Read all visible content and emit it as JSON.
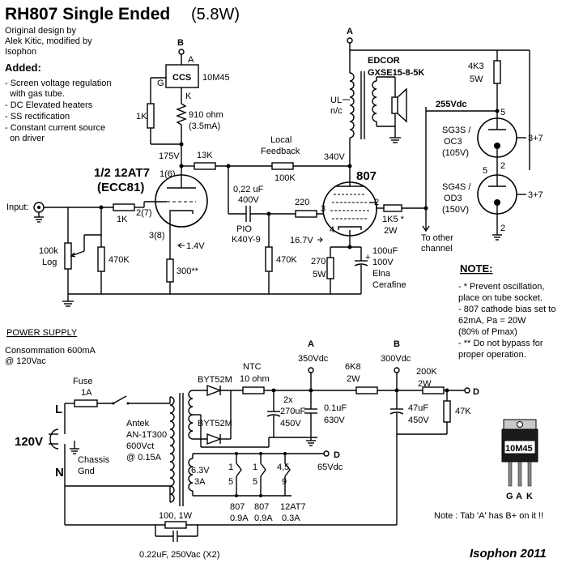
{
  "title": {
    "main": "RH807 Single Ended",
    "power": "(5.8W)"
  },
  "credits": [
    "Original design by",
    "Alek Kitic, modified by",
    "Isophon"
  ],
  "added": {
    "heading": "Added:",
    "items": [
      [
        "- Screen voltage regulation",
        "  with gas tube."
      ],
      [
        "- DC Elevated heaters"
      ],
      [
        "- SS rectification"
      ],
      [
        "- Constant current source",
        "  on driver"
      ]
    ]
  },
  "ccs": {
    "label": "CCS",
    "part": "10M45",
    "g": "G",
    "a": "A",
    "k": "K",
    "b": "B",
    "r_gate": "1K",
    "r_set": "910 ohm",
    "r_set_current": "(3.5mA)"
  },
  "driver": {
    "tube": "1/2 12AT7",
    "tube_alt": "(ECC81)",
    "pin_plate": "1(6)",
    "pin_grid": "2(7)",
    "pin_cath": "3(8)",
    "plate_v": "175V",
    "cath_v": "1.4V",
    "r_grid": "1K",
    "r_cath": "300**",
    "input": "Input:",
    "pot": [
      "100k",
      "Log"
    ],
    "r_leak": "470K"
  },
  "coupling": {
    "r_feed": "13K",
    "feedback_label": [
      "Local",
      "Feedback"
    ],
    "feedback_r": "100K",
    "cap": [
      "0,22 uF",
      "400V"
    ],
    "cap_type": [
      "PIO",
      "K40Y-9"
    ],
    "r_grid_stop": "220",
    "r_grid_leak": "470K"
  },
  "output": {
    "tube": "807",
    "plate_v": "340V",
    "pin_g1": "3",
    "pin_g2": "2",
    "pin_k": "4",
    "cath_v": "16.7V",
    "r_cath": [
      "270",
      "5W"
    ],
    "cap_cath": [
      "100uF",
      "100V",
      "Elna",
      "Cerafine"
    ],
    "r_screen": [
      "1K5 *",
      "2W"
    ],
    "to_other": [
      "To other",
      "channel"
    ],
    "node_a": "A",
    "otx": [
      "EDCOR",
      "GXSE15-8-5K"
    ],
    "ul": "UL",
    "nc": "n/c"
  },
  "regulator": {
    "r_drop": [
      "4K3",
      "5W"
    ],
    "v": "255Vdc",
    "tube1": [
      "SG3S /",
      "OC3",
      "(105V)"
    ],
    "tube2": [
      "SG4S /",
      "OD3",
      "(150V)"
    ],
    "pin5": "5",
    "pin2": "2",
    "pin37": "3+7"
  },
  "notes": {
    "heading": "NOTE:",
    "lines": [
      "- * Prevent oscillation,",
      "place on tube socket.",
      "- 807 cathode bias set to",
      "62mA, Pa = 20W",
      "(80% of Pmax)",
      "- ** Do not bypass for",
      "proper operation."
    ]
  },
  "psu": {
    "heading": "POWER SUPPLY",
    "consumption": [
      "Consommation 600mA",
      "@ 120Vac"
    ],
    "fuse": "Fuse",
    "fuse_rating": "1A",
    "line_l": "L",
    "line_n": "N",
    "mains": "120V",
    "chassis": [
      "Chassis",
      "Gnd"
    ],
    "transformer": [
      "Antek",
      "AN-1T300",
      "600Vct",
      "@ 0.15A"
    ],
    "diode": "BYT52M",
    "ntc": [
      "NTC",
      "10 ohm"
    ],
    "caps1": [
      "2x",
      "270uF",
      "450V"
    ],
    "cap2": [
      "0.1uF",
      "630V"
    ],
    "node_a": [
      "A",
      "350Vdc"
    ],
    "r1": [
      "6K8",
      "2W"
    ],
    "node_b": [
      "B",
      "300Vdc"
    ],
    "cap3": [
      "47uF",
      "450V"
    ],
    "r2": [
      "200K",
      "2W"
    ],
    "r3": "47K",
    "node_d": "D",
    "d_volt": "65Vdc",
    "heater": [
      "6.3V",
      "3A"
    ],
    "heater_tubes": [
      {
        "name": "807",
        "current": "0.9A",
        "pins": [
          "1",
          "5"
        ]
      },
      {
        "name": "807",
        "current": "0.9A",
        "pins": [
          "1",
          "5"
        ]
      },
      {
        "name": "12AT7",
        "current": "0.3A",
        "pins": [
          "4,5",
          "9"
        ]
      }
    ],
    "snubber": [
      "100, 1W",
      "0.22uF, 250Vac (X2)"
    ]
  },
  "component": {
    "name": "10M45",
    "pins": [
      "G",
      "A",
      "K"
    ],
    "note": "Note : Tab 'A' has B+ on it !!"
  },
  "signature": "Isophon 2011"
}
